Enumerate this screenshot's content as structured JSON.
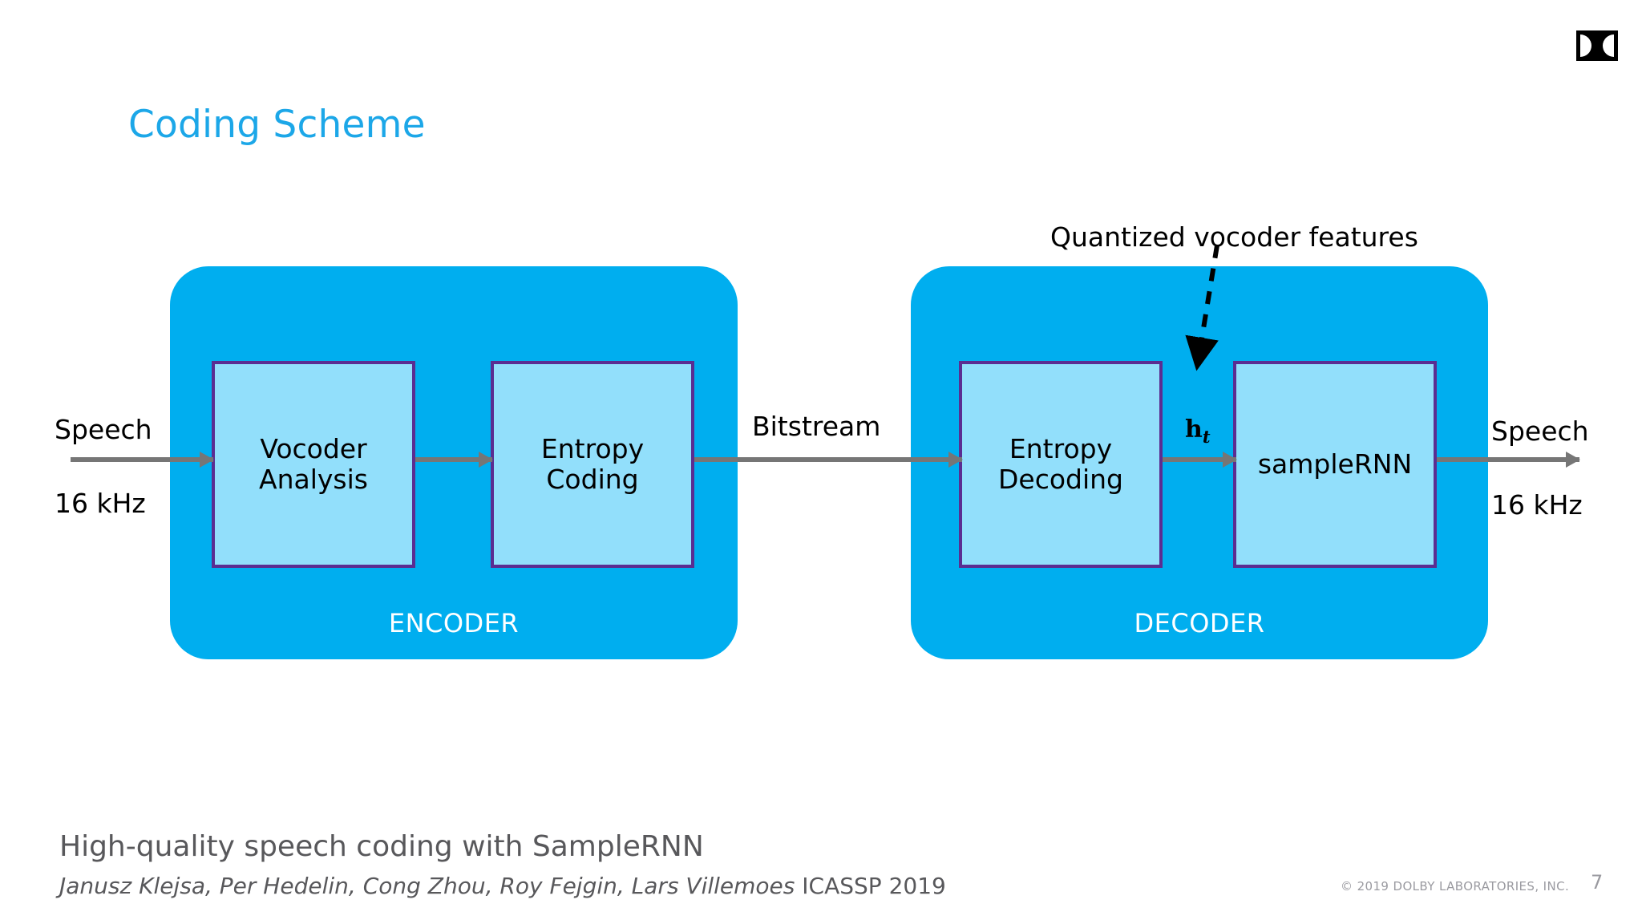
{
  "slide": {
    "title": "Coding Scheme",
    "title_color": "#1CA7E8",
    "background_color": "#FFFFFF",
    "page_number": "7"
  },
  "logo": {
    "name": "dolby-logo",
    "alt": "Dolby double-D logo",
    "color": "#000000"
  },
  "diagram": {
    "type": "block-diagram",
    "stage_fill": "#00AEEF",
    "block_fill": "#92DFFB",
    "block_border": "#5B2D91",
    "arrow_color": "#767676",
    "encoder": {
      "label": "ENCODER",
      "blocks": [
        {
          "id": "vocoder-analysis",
          "line1": "Vocoder",
          "line2": "Analysis"
        },
        {
          "id": "entropy-coding",
          "line1": "Entropy",
          "line2": "Coding"
        }
      ]
    },
    "decoder": {
      "label": "DECODER",
      "blocks": [
        {
          "id": "entropy-decoding",
          "line1": "Entropy",
          "line2": "Decoding"
        },
        {
          "id": "samplernn",
          "line1": "sampleRNN",
          "line2": ""
        }
      ]
    },
    "edges": {
      "input_signal": "Speech",
      "input_rate": "16 kHz",
      "bitstream": "Bitstream",
      "hidden_state": "h",
      "hidden_state_sub": "t",
      "output_signal": "Speech",
      "output_rate": "16 kHz"
    },
    "annotation": {
      "text": "Quantized vocoder features",
      "style": "dashed-arrow-callout",
      "points_to": "samplernn"
    }
  },
  "footer": {
    "paper_title": "High-quality speech coding with SampleRNN",
    "authors": "Janusz Klejsa, Per Hedelin, Cong Zhou, Roy Fejgin, Lars Villemoes",
    "conference": "ICASSP 2019",
    "copyright": "© 2019 DOLBY LABORATORIES, INC."
  }
}
